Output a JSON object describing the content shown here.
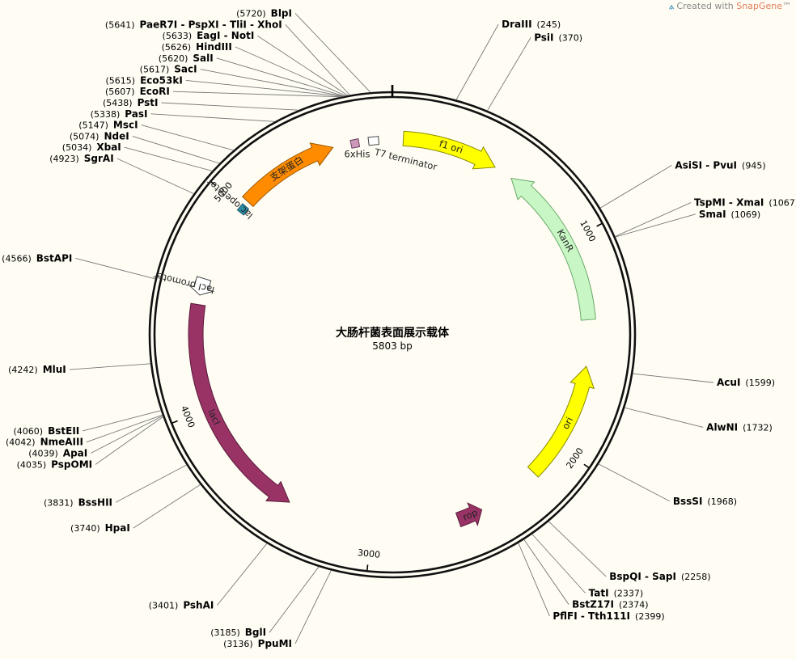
{
  "watermark": {
    "prefix": "Created with ",
    "brand": "SnapGene",
    "suffix": "™"
  },
  "plasmid": {
    "name": "大肠杆菌表面展示载体",
    "length_label": "5803 bp",
    "length": 5803
  },
  "ticks": [
    {
      "label": "1000",
      "pos": 1000
    },
    {
      "label": "2000",
      "pos": 2000
    },
    {
      "label": "3000",
      "pos": 3000
    },
    {
      "label": "4000",
      "pos": 4000
    },
    {
      "label": "5000",
      "pos": 5000
    }
  ],
  "features": [
    {
      "name": "f1 ori",
      "start": 52,
      "end": 508,
      "dir": 1,
      "fill": "#ffff00",
      "stroke": "#8a8a00",
      "text_color": "#000000",
      "label_inside": true
    },
    {
      "name": "KanR",
      "start": 600,
      "end": 1380,
      "dir": -1,
      "fill": "#c8f7c5",
      "stroke": "#6aa86a",
      "text_color": "#000000",
      "label_inside": true
    },
    {
      "name": "ori",
      "start": 1600,
      "end": 2165,
      "dir": -1,
      "fill": "#ffff00",
      "stroke": "#8a8a00",
      "text_color": "#000000",
      "label_inside": true
    },
    {
      "name": "rop",
      "start": 2465,
      "end": 2585,
      "dir": -1,
      "fill": "#993366",
      "stroke": "#5a1a3a",
      "text_color": "#ffffff",
      "label_inside": true
    },
    {
      "name": "lacI",
      "start": 3410,
      "end": 4495,
      "dir": -1,
      "fill": "#993366",
      "stroke": "#5a1a3a",
      "text_color": "#ffffff",
      "label_inside": true
    },
    {
      "name": "lacI promoter",
      "start": 4540,
      "end": 4620,
      "dir": -1,
      "fill": "#ffffff",
      "stroke": "#444444",
      "text_color": "#000000",
      "label_inside": false
    },
    {
      "name": "lac operator",
      "start": 4985,
      "end": 5010,
      "dir": 0,
      "fill": "#2b8fa8",
      "stroke": "#1a5060",
      "text_color": "#000000",
      "label_inside": false
    },
    {
      "name": "支架蛋白",
      "start": 5040,
      "end": 5520,
      "dir": 1,
      "fill": "#ff8c00",
      "stroke": "#9a5500",
      "text_color": "#000000",
      "label_inside": true
    },
    {
      "name": "6xHis",
      "start": 5616,
      "end": 5634,
      "dir": 0,
      "fill": "#cc99bb",
      "stroke": "#6a4060",
      "text_color": "#000000",
      "label_inside": false
    },
    {
      "name": "T7 terminator",
      "start": 5690,
      "end": 5738,
      "dir": 0,
      "fill": "#ffffff",
      "stroke": "#444444",
      "text_color": "#000000",
      "label_inside": false
    }
  ],
  "sites": [
    {
      "name": "DraIII",
      "pos_label": "(245)",
      "pos": 245
    },
    {
      "name": "PsiI",
      "pos_label": "(370)",
      "pos": 370
    },
    {
      "name": "AsiSI - PvuI",
      "pos_label": "(945)",
      "pos": 945
    },
    {
      "name": "TspMI - XmaI",
      "pos_label": "(1067)",
      "pos": 1067
    },
    {
      "name": "SmaI",
      "pos_label": "(1069)",
      "pos": 1069
    },
    {
      "name": "AcuI",
      "pos_label": "(1599)",
      "pos": 1599
    },
    {
      "name": "AlwNI",
      "pos_label": "(1732)",
      "pos": 1732
    },
    {
      "name": "BssSI",
      "pos_label": "(1968)",
      "pos": 1968
    },
    {
      "name": "BspQI - SapI",
      "pos_label": "(2258)",
      "pos": 2258
    },
    {
      "name": "TatI",
      "pos_label": "(2337)",
      "pos": 2337
    },
    {
      "name": "BstZ17I",
      "pos_label": "(2374)",
      "pos": 2374
    },
    {
      "name": "PflFI - Tth111I",
      "pos_label": "(2399)",
      "pos": 2399
    },
    {
      "name": "PpuMI",
      "pos_label": "(3136)",
      "pos": 3136
    },
    {
      "name": "BglI",
      "pos_label": "(3185)",
      "pos": 3185
    },
    {
      "name": "PshAI",
      "pos_label": "(3401)",
      "pos": 3401
    },
    {
      "name": "HpaI",
      "pos_label": "(3740)",
      "pos": 3740
    },
    {
      "name": "BssHII",
      "pos_label": "(3831)",
      "pos": 3831
    },
    {
      "name": "PspOMI",
      "pos_label": "(4035)",
      "pos": 4035
    },
    {
      "name": "ApaI",
      "pos_label": "(4039)",
      "pos": 4039
    },
    {
      "name": "NmeAIII",
      "pos_label": "(4042)",
      "pos": 4042
    },
    {
      "name": "BstEII",
      "pos_label": "(4060)",
      "pos": 4060
    },
    {
      "name": "MluI",
      "pos_label": "(4242)",
      "pos": 4242
    },
    {
      "name": "BstAPI",
      "pos_label": "(4566)",
      "pos": 4566
    },
    {
      "name": "SgrAI",
      "pos_label": "(4923)",
      "pos": 4923
    },
    {
      "name": "XbaI",
      "pos_label": "(5034)",
      "pos": 5034
    },
    {
      "name": "NdeI",
      "pos_label": "(5074)",
      "pos": 5074
    },
    {
      "name": "MscI",
      "pos_label": "(5147)",
      "pos": 5147
    },
    {
      "name": "PasI",
      "pos_label": "(5338)",
      "pos": 5338
    },
    {
      "name": "PstI",
      "pos_label": "(5438)",
      "pos": 5438
    },
    {
      "name": "EcoRI",
      "pos_label": "(5607)",
      "pos": 5607
    },
    {
      "name": "Eco53kI",
      "pos_label": "(5615)",
      "pos": 5615
    },
    {
      "name": "SacI",
      "pos_label": "(5617)",
      "pos": 5617
    },
    {
      "name": "SalI",
      "pos_label": "(5620)",
      "pos": 5620
    },
    {
      "name": "HindIII",
      "pos_label": "(5626)",
      "pos": 5626
    },
    {
      "name": "EagI - NotI",
      "pos_label": "(5633)",
      "pos": 5633
    },
    {
      "name": "PaeR7I - PspXI - TliI - XhoI",
      "pos_label": "(5641)",
      "pos": 5641
    },
    {
      "name": "BlpI",
      "pos_label": "(5720)",
      "pos": 5720
    }
  ]
}
